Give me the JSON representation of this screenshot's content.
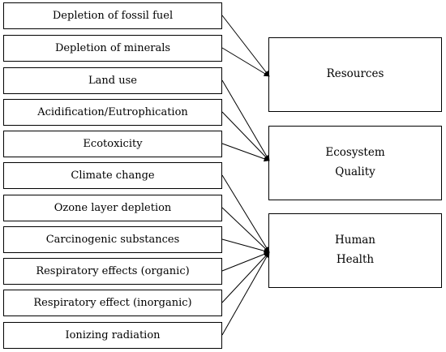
{
  "impact_categories": [
    "Depletion of fossil fuel",
    "Depletion of minerals",
    "Land use",
    "Acidification/Eutrophication",
    "Ecotoxicity",
    "Climate change",
    "Ozone layer depletion",
    "Carcinogenic substances",
    "Respiratory effects (organic)",
    "Respiratory effect (inorganic)",
    "Ionizing radiation"
  ],
  "damage_categories": [
    {
      "lines": [
        "Resources"
      ]
    },
    {
      "lines": [
        "Ecosystem",
        "Quality"
      ]
    },
    {
      "lines": [
        "Human",
        "Health"
      ]
    }
  ],
  "links": [
    {
      "from": 0,
      "to": 0
    },
    {
      "from": 1,
      "to": 0
    },
    {
      "from": 2,
      "to": 1
    },
    {
      "from": 3,
      "to": 1
    },
    {
      "from": 4,
      "to": 1
    },
    {
      "from": 5,
      "to": 2
    },
    {
      "from": 6,
      "to": 2
    },
    {
      "from": 7,
      "to": 2
    },
    {
      "from": 8,
      "to": 2
    },
    {
      "from": 9,
      "to": 2
    },
    {
      "from": 10,
      "to": 2
    }
  ]
}
